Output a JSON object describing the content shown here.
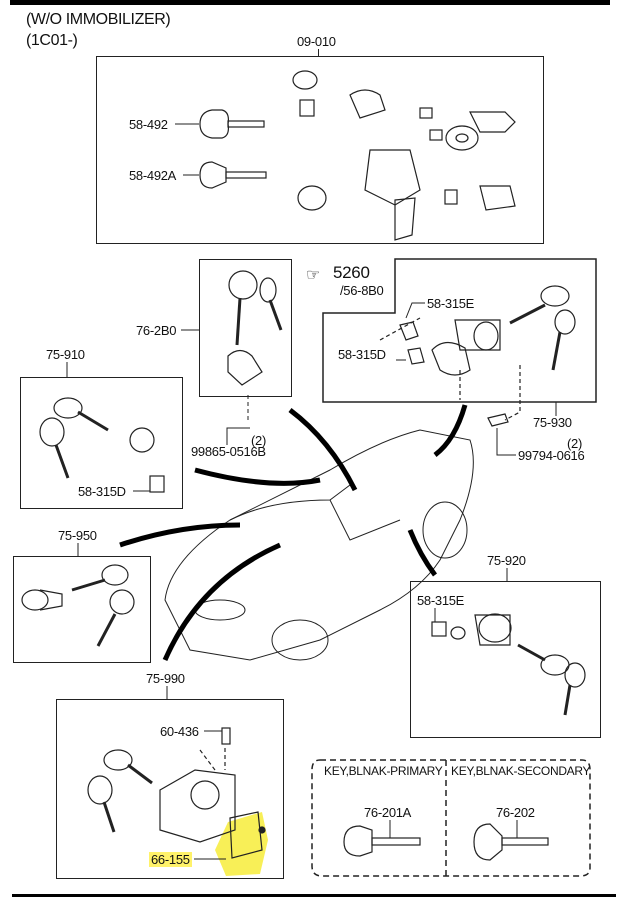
{
  "header": {
    "title_line1": "(W/O IMMOBILIZER)",
    "title_line2": "(1C01-)"
  },
  "groups": {
    "g09010": {
      "label": "09-010",
      "parts": [
        "58-492",
        "58-492A"
      ]
    },
    "g762b0": {
      "label": "76-2B0",
      "screw": "99865-0516B",
      "screw_qty": "(2)"
    },
    "g75930": {
      "label": "75-930",
      "ref_page": "5260",
      "ref_sub": "/56-8B0",
      "parts": [
        "58-315E",
        "58-315D"
      ],
      "screw": "99794-0616",
      "screw_qty": "(2)"
    },
    "g75910": {
      "label": "75-910",
      "parts": [
        "58-315D"
      ]
    },
    "g75950": {
      "label": "75-950"
    },
    "g75920": {
      "label": "75-920",
      "parts": [
        "58-315E"
      ]
    },
    "g75990": {
      "label": "75-990",
      "parts": [
        "60-436",
        "66-155"
      ],
      "highlighted_part": "66-155",
      "highlight_color": "#f7ec3a"
    },
    "blanks": {
      "primary": {
        "title": "KEY,BLNAK-PRIMARY",
        "part": "76-201A"
      },
      "secondary": {
        "title": "KEY,BLNAK-SECONDARY",
        "part": "76-202"
      }
    }
  },
  "icons": {
    "ref": "pointing-hand-icon"
  }
}
